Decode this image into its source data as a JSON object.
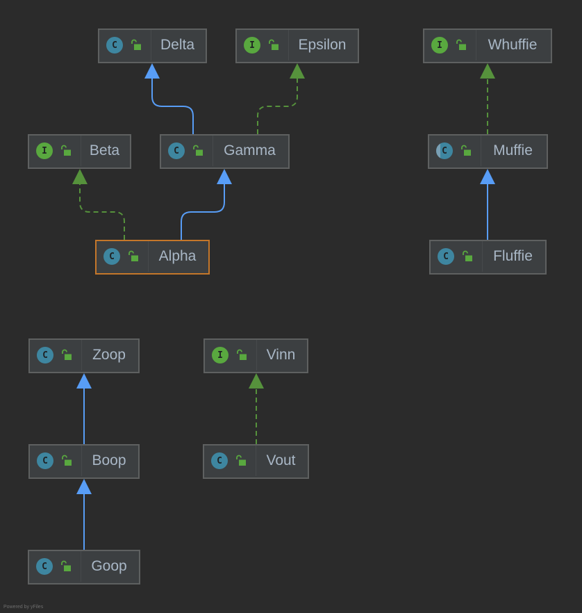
{
  "colors": {
    "background": "#2b2b2b",
    "node_fill": "#3c3f41",
    "node_border": "#5e6060",
    "selected_border": "#c5772a",
    "class_badge": "#3e86a0",
    "interface_badge": "#59a83f",
    "extends_edge": "#589df6",
    "implements_edge": "#56923c",
    "label_text": "#a9b7c6"
  },
  "nodes": [
    {
      "id": "delta",
      "label": "Delta",
      "kind": "class",
      "badge": "C",
      "icon": "unlocked-icon",
      "selected": false
    },
    {
      "id": "epsilon",
      "label": "Epsilon",
      "kind": "interface",
      "badge": "I",
      "icon": "unlocked-icon",
      "selected": false
    },
    {
      "id": "whuffie",
      "label": "Whuffie",
      "kind": "interface",
      "badge": "I",
      "icon": "unlocked-icon",
      "selected": false
    },
    {
      "id": "beta",
      "label": "Beta",
      "kind": "interface",
      "badge": "I",
      "icon": "unlocked-icon",
      "selected": false
    },
    {
      "id": "gamma",
      "label": "Gamma",
      "kind": "class",
      "badge": "C",
      "icon": "unlocked-icon",
      "selected": false
    },
    {
      "id": "muffie",
      "label": "Muffie",
      "kind": "abstract",
      "badge": "C",
      "icon": "unlocked-icon",
      "selected": false
    },
    {
      "id": "alpha",
      "label": "Alpha",
      "kind": "class",
      "badge": "C",
      "icon": "unlocked-icon",
      "selected": true
    },
    {
      "id": "fluffie",
      "label": "Fluffie",
      "kind": "class",
      "badge": "C",
      "icon": "unlocked-icon",
      "selected": false
    },
    {
      "id": "zoop",
      "label": "Zoop",
      "kind": "class",
      "badge": "C",
      "icon": "unlocked-icon",
      "selected": false
    },
    {
      "id": "vinn",
      "label": "Vinn",
      "kind": "interface",
      "badge": "I",
      "icon": "unlocked-icon",
      "selected": false
    },
    {
      "id": "boop",
      "label": "Boop",
      "kind": "class",
      "badge": "C",
      "icon": "unlocked-icon",
      "selected": false
    },
    {
      "id": "vout",
      "label": "Vout",
      "kind": "class",
      "badge": "C",
      "icon": "unlocked-icon",
      "selected": false
    },
    {
      "id": "goop",
      "label": "Goop",
      "kind": "class",
      "badge": "C",
      "icon": "unlocked-icon",
      "selected": false
    }
  ],
  "edges": [
    {
      "from": "gamma",
      "to": "delta",
      "type": "extends"
    },
    {
      "from": "gamma",
      "to": "epsilon",
      "type": "implements"
    },
    {
      "from": "alpha",
      "to": "beta",
      "type": "implements"
    },
    {
      "from": "alpha",
      "to": "gamma",
      "type": "extends"
    },
    {
      "from": "muffie",
      "to": "whuffie",
      "type": "implements"
    },
    {
      "from": "fluffie",
      "to": "muffie",
      "type": "extends"
    },
    {
      "from": "boop",
      "to": "zoop",
      "type": "extends"
    },
    {
      "from": "goop",
      "to": "boop",
      "type": "extends"
    },
    {
      "from": "vout",
      "to": "vinn",
      "type": "implements"
    }
  ],
  "footer": {
    "text": "Powered by yFiles"
  }
}
